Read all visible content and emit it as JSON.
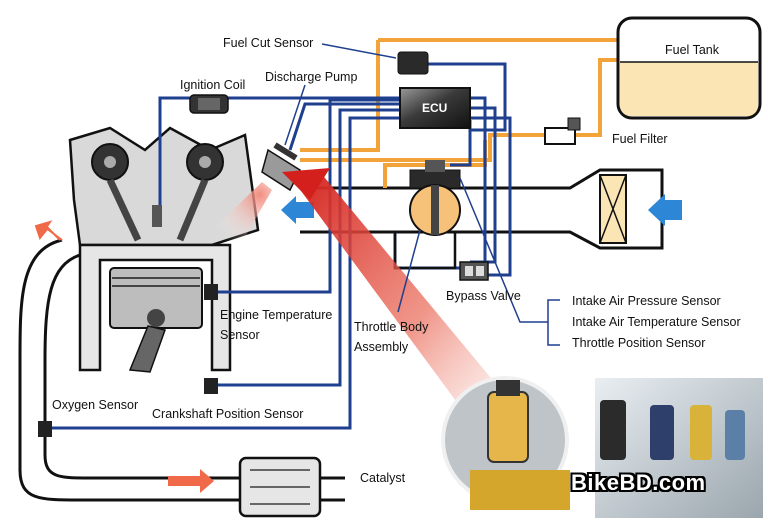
{
  "labels": {
    "fuel_cut_sensor": "Fuel Cut Sensor",
    "fuel_tank": "Fuel Tank",
    "ignition_coil": "Ignition Coil",
    "discharge_pump": "Discharge Pump",
    "ecu": "ECU",
    "fuel_filter": "Fuel Filter",
    "engine_temperature_sensor": "Engine Temperature Sensor",
    "throttle_body_assembly": "Throttle Body Assembly",
    "bypass_valve": "Bypass Valve",
    "intake_air_pressure_sensor": "Intake Air Pressure Sensor",
    "intake_air_temperature_sensor": "Intake Air Temperature Sensor",
    "throttle_position_sensor": "Throttle Position Sensor",
    "oxygen_sensor": "Oxygen Sensor",
    "crankshaft_position_sensor": "Crankshaft Position Sensor",
    "catalyst": "Catalyst"
  },
  "watermark": "BikeBD.com",
  "colors": {
    "wire": "#1f3f8f",
    "fuel_line": "#f2a33a",
    "fuel_tank_fill": "#fbe5b5",
    "intake_arrow": "#2e86d6",
    "exhaust_arrow": "#f06a4a",
    "highlight_arrow": "#e0302a",
    "pipe_fill": "#ffffff",
    "outline": "#111111"
  }
}
